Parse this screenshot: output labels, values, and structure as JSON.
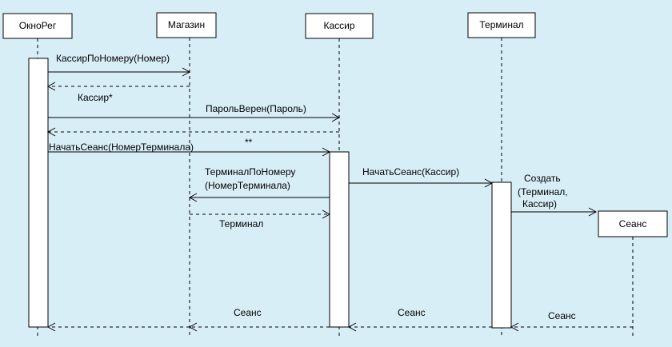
{
  "participants": {
    "okno_reg": "ОкноРег",
    "magazin": "Магазин",
    "kassir": "Кассир",
    "terminal": "Терминал",
    "seans": "Сеанс"
  },
  "messages": {
    "m1": "КассирПоНомеру(Номер)",
    "m2": "Кассир*",
    "m3": "ПарольВерен(Пароль)",
    "m4": "**",
    "m5": "НачатьСеанс(НомерТерминала)",
    "m6_line1": "ТерминалПоНомеру",
    "m6_line2": "(НомерТерминала)",
    "m7": "НачатьСеанс(Кассир)",
    "m8_line1": "Создать",
    "m8_line2": "(Терминал,",
    "m8_line3": "Кассир)",
    "m9": "Терминал",
    "m10": "Сеанс",
    "m11": "Сеанс",
    "m12": "Сеанс"
  }
}
